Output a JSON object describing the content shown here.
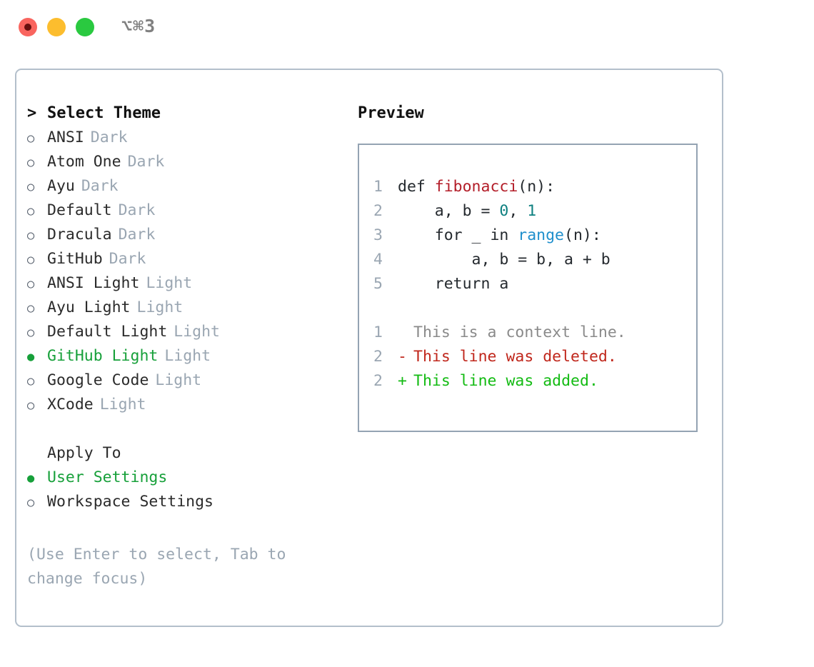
{
  "window": {
    "shortcut_label": "⌥⌘3",
    "traffic_lights": {
      "close": "close-button",
      "minimize": "minimize-button",
      "maximize": "maximize-button"
    }
  },
  "colors": {
    "selected_green": "#17a03a",
    "muted_gray": "#9aa6b2",
    "panel_border": "#b3bfcb",
    "preview_border": "#94a3b3",
    "diff_added": "#13bb13",
    "diff_deleted": "#c0271c",
    "diff_context": "#8a8a8a",
    "syntax_function": "#b31d28",
    "syntax_number": "#0e8080",
    "syntax_builtin": "#1f8fcc"
  },
  "theme_picker": {
    "prompt": ">",
    "title": "Select Theme",
    "items": [
      {
        "label": "ANSI",
        "variant": "Dark",
        "selected": false
      },
      {
        "label": "Atom One",
        "variant": "Dark",
        "selected": false
      },
      {
        "label": "Ayu",
        "variant": "Dark",
        "selected": false
      },
      {
        "label": "Default",
        "variant": "Dark",
        "selected": false
      },
      {
        "label": "Dracula",
        "variant": "Dark",
        "selected": false
      },
      {
        "label": "GitHub",
        "variant": "Dark",
        "selected": false
      },
      {
        "label": "ANSI Light",
        "variant": "Light",
        "selected": false
      },
      {
        "label": "Ayu Light",
        "variant": "Light",
        "selected": false
      },
      {
        "label": "Default Light",
        "variant": "Light",
        "selected": false
      },
      {
        "label": "GitHub Light",
        "variant": "Light",
        "selected": true
      },
      {
        "label": "Google Code",
        "variant": "Light",
        "selected": false
      },
      {
        "label": "XCode",
        "variant": "Light",
        "selected": false
      }
    ]
  },
  "apply_to": {
    "title": "Apply To",
    "options": [
      {
        "label": "User Settings",
        "selected": true
      },
      {
        "label": "Workspace Settings",
        "selected": false
      }
    ]
  },
  "help": {
    "text": "(Use Enter to select, Tab to change focus)"
  },
  "preview": {
    "title": "Preview",
    "code_lines": [
      {
        "no": "1",
        "tokens": [
          {
            "t": "def ",
            "c": "plain"
          },
          {
            "t": "fibonacci",
            "c": "fn"
          },
          {
            "t": "(n):",
            "c": "plain"
          }
        ]
      },
      {
        "no": "2",
        "tokens": [
          {
            "t": "    a, b = ",
            "c": "plain"
          },
          {
            "t": "0",
            "c": "num"
          },
          {
            "t": ", ",
            "c": "plain"
          },
          {
            "t": "1",
            "c": "num"
          }
        ]
      },
      {
        "no": "3",
        "tokens": [
          {
            "t": "    for _ in ",
            "c": "plain"
          },
          {
            "t": "range",
            "c": "blue"
          },
          {
            "t": "(n):",
            "c": "plain"
          }
        ]
      },
      {
        "no": "4",
        "tokens": [
          {
            "t": "        a, b = b, a + b",
            "c": "plain"
          }
        ]
      },
      {
        "no": "5",
        "tokens": [
          {
            "t": "    return a",
            "c": "plain"
          }
        ]
      }
    ],
    "diff_lines": [
      {
        "no": "1",
        "mark": " ",
        "text": "This is a context line.",
        "kind": "ctx"
      },
      {
        "no": "2",
        "mark": "-",
        "text": "This line was deleted.",
        "kind": "del"
      },
      {
        "no": "2",
        "mark": "+",
        "text": "This line was added.",
        "kind": "add"
      }
    ]
  }
}
